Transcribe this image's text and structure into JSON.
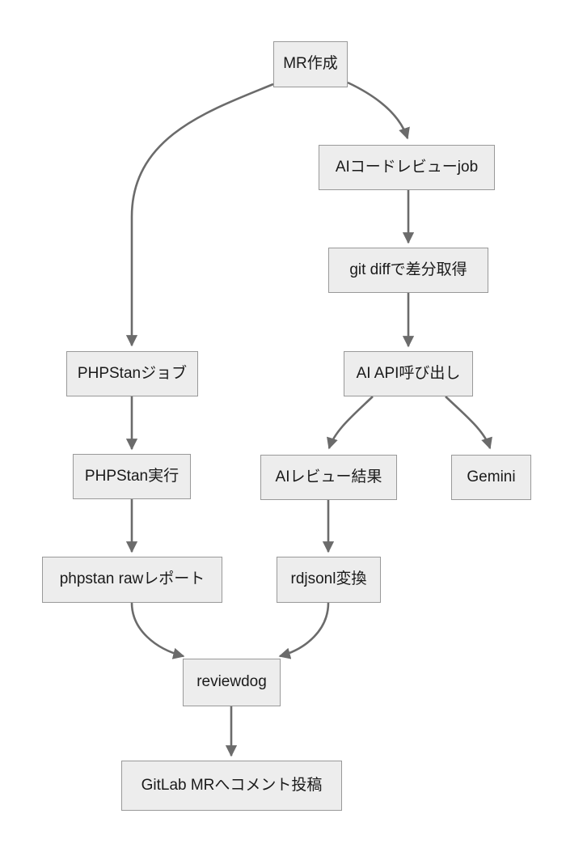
{
  "diagram": {
    "type": "flowchart",
    "direction": "top-down",
    "nodes": {
      "mr": {
        "label": "MR作成"
      },
      "ai_job": {
        "label": "AIコードレビューjob"
      },
      "git_diff": {
        "label": "git diffで差分取得"
      },
      "ai_api": {
        "label": "AI API呼び出し"
      },
      "phpstan_job": {
        "label": "PHPStanジョブ"
      },
      "phpstan_run": {
        "label": "PHPStan実行"
      },
      "ai_result": {
        "label": "AIレビュー結果"
      },
      "gemini": {
        "label": "Gemini"
      },
      "phpstan_report": {
        "label": "phpstan rawレポート"
      },
      "rdjsonl": {
        "label": "rdjsonl変換"
      },
      "reviewdog": {
        "label": "reviewdog"
      },
      "gitlab_comment": {
        "label": "GitLab MRへコメント投稿"
      }
    },
    "edges": [
      {
        "from": "mr",
        "to": "phpstan_job"
      },
      {
        "from": "mr",
        "to": "ai_job"
      },
      {
        "from": "ai_job",
        "to": "git_diff"
      },
      {
        "from": "git_diff",
        "to": "ai_api"
      },
      {
        "from": "ai_api",
        "to": "ai_result"
      },
      {
        "from": "ai_api",
        "to": "gemini"
      },
      {
        "from": "phpstan_job",
        "to": "phpstan_run"
      },
      {
        "from": "phpstan_run",
        "to": "phpstan_report"
      },
      {
        "from": "ai_result",
        "to": "rdjsonl"
      },
      {
        "from": "phpstan_report",
        "to": "reviewdog"
      },
      {
        "from": "rdjsonl",
        "to": "reviewdog"
      },
      {
        "from": "reviewdog",
        "to": "gitlab_comment"
      }
    ],
    "colors": {
      "background": "#ffffff",
      "node_fill": "#ededed",
      "node_border": "#999999",
      "edge": "#6b6b6b",
      "text": "#1a1a1a"
    }
  }
}
